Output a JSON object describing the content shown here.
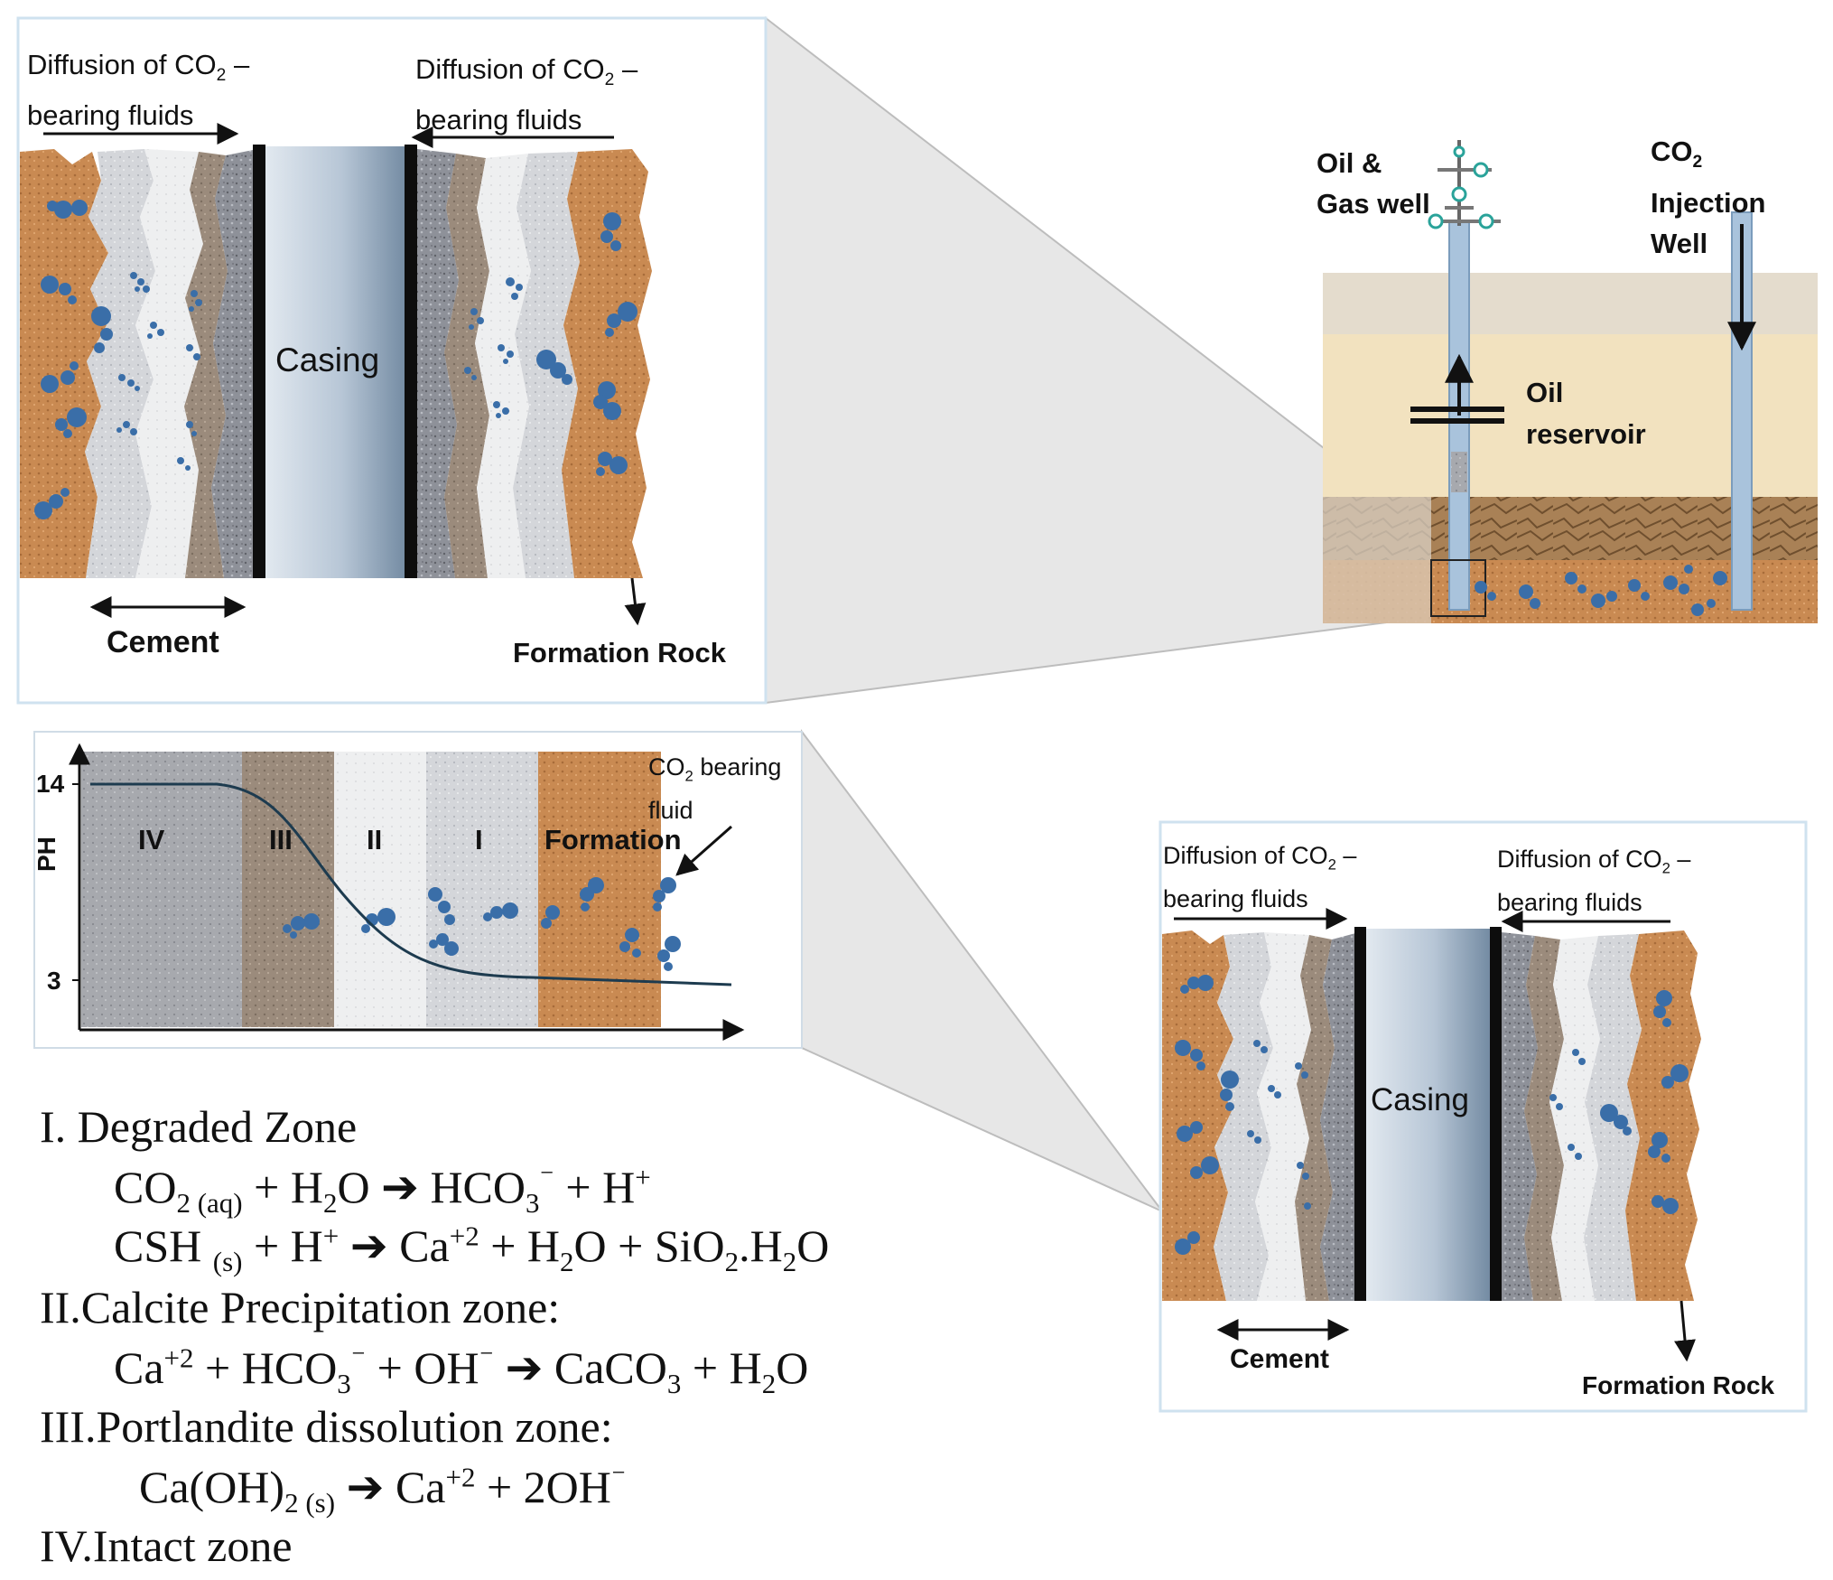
{
  "panel_top": {
    "diffusion_left_a": "Diffusion of CO",
    "diffusion_left_sub": "2",
    "diffusion_left_b": " –",
    "diffusion_left_c": "bearing fluids",
    "diffusion_right_a": "Diffusion of CO",
    "diffusion_right_sub": "2",
    "diffusion_right_b": " –",
    "diffusion_right_c": "bearing fluids",
    "casing": "Casing",
    "cement": "Cement",
    "formation_rock": "Formation Rock"
  },
  "wells": {
    "oil_gas_1": "Oil &",
    "oil_gas_2": "Gas well",
    "co2_a": "CO",
    "co2_sub": "2",
    "co2_2": "Injection",
    "co2_3": "Well",
    "reservoir_1": "Oil",
    "reservoir_2": "reservoir"
  },
  "ph_chart": {
    "y_label": "PH",
    "tick_high": "14",
    "tick_low": "3",
    "zone_iv": "IV",
    "zone_iii": "III",
    "zone_ii": "II",
    "zone_i": "I",
    "zone_formation": "Formation",
    "co2_a": "CO",
    "co2_sub": "2",
    "co2_b": " bearing",
    "co2_c": "fluid"
  },
  "panel_bottom": {
    "diffusion_left_a": "Diffusion of CO",
    "diffusion_left_sub": "2",
    "diffusion_left_b": " –",
    "diffusion_left_c": "bearing fluids",
    "diffusion_right_a": "Diffusion of CO",
    "diffusion_right_sub": "2",
    "diffusion_right_b": " –",
    "diffusion_right_c": "bearing fluids",
    "casing": "Casing",
    "cement": "Cement",
    "formation_rock": "Formation Rock"
  },
  "zones": {
    "z1_title": "I.  Degraded Zone",
    "z2_title": "II.Calcite Precipitation zone:",
    "z3_title": "III.Portlandite dissolution zone:",
    "z4_title": "IV.Intact zone",
    "eq1": {
      "a": "CO",
      "s1": "2",
      "s2": " (aq)",
      "b": " + H",
      "s3": "2",
      "c": "O ",
      "arrow": "➔",
      "d": " HCO",
      "s4": "3",
      "p1": "⁻",
      "e": " + H",
      "p2": "+"
    },
    "eq2": {
      "a": "CSH ",
      "s1": "(s)",
      "b": " + H",
      "p1": "+",
      "c": " ",
      "arrow": "➔",
      "d": " Ca",
      "p2": "+2",
      "e": " + H",
      "s2": "2",
      "f": "O + SiO",
      "s3": "2",
      "g": ".H",
      "s4": "2",
      "h": "O"
    },
    "eq3": {
      "a": "Ca",
      "p1": "+2",
      "b": " + HCO",
      "s1": "3",
      "p2": "⁻",
      "c": " + OH",
      "p3": "⁻",
      "d": " ",
      "arrow": "➔",
      "e": " CaCO",
      "s2": "3",
      "f": " + H",
      "s3": "2",
      "g": "O"
    },
    "eq4": {
      "a": "Ca(OH)",
      "s1": "2",
      "s2": " (s)",
      "b": " ",
      "arrow": "➔",
      "c": " Ca",
      "p1": "+2",
      "d": " + 2OH",
      "p2": "⁻"
    }
  },
  "colors": {
    "formation": "#c98a52",
    "cement_light": "#dcdde0",
    "cement_dark": "#8d8f96",
    "transition": "#9c8a78",
    "casing": "#a7b6c6",
    "bubble": "#3a6ea8",
    "sand": "#f2e2bf",
    "topsoil": "#e4dccd",
    "shale": "#a98156",
    "frame": "#cfe2ef",
    "callout": "#e6e6e6"
  }
}
